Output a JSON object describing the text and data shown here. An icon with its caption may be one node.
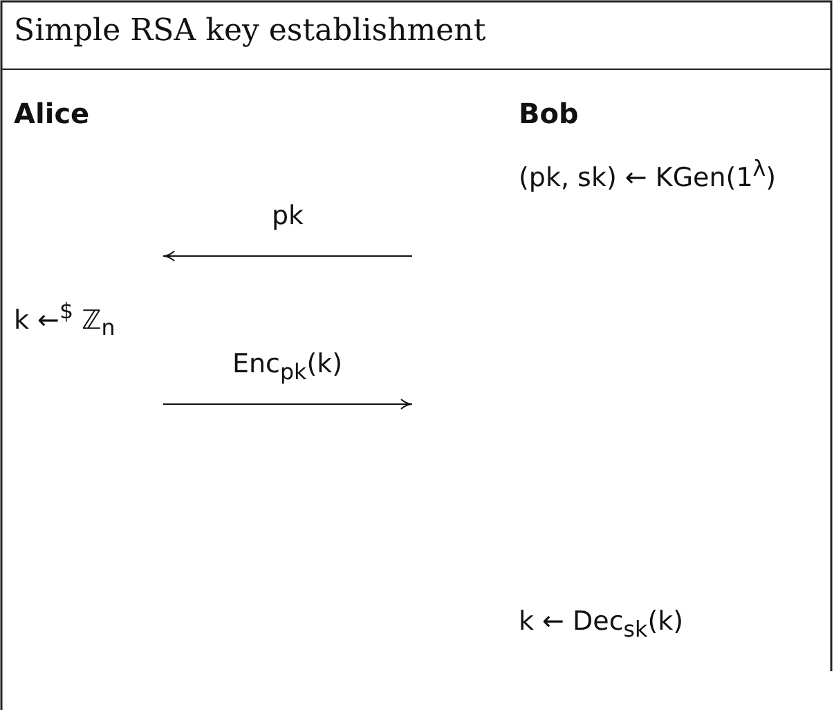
{
  "diagram": {
    "title": "Simple RSA key establishment",
    "nodes": [
      {
        "text": [
          "Alice"
        ]
      },
      {
        "text": [
          "Bob"
        ]
      }
    ],
    "edges": [
      {
        "from": 1,
        "to": 0,
        "arrow": "to",
        "label": "pk"
      },
      {
        "from": 0,
        "to": 1,
        "arrow": "to",
        "label": "Enc$_{pk}$(k)"
      }
    ],
    "labels": [
      "(pk, sk) ← KGen(1$^{λ}$)",
      "k ←$^{$}$ ℤ$_{n}$",
      "k ← Dec$_{sk}$(k)"
    ]
  }
}
